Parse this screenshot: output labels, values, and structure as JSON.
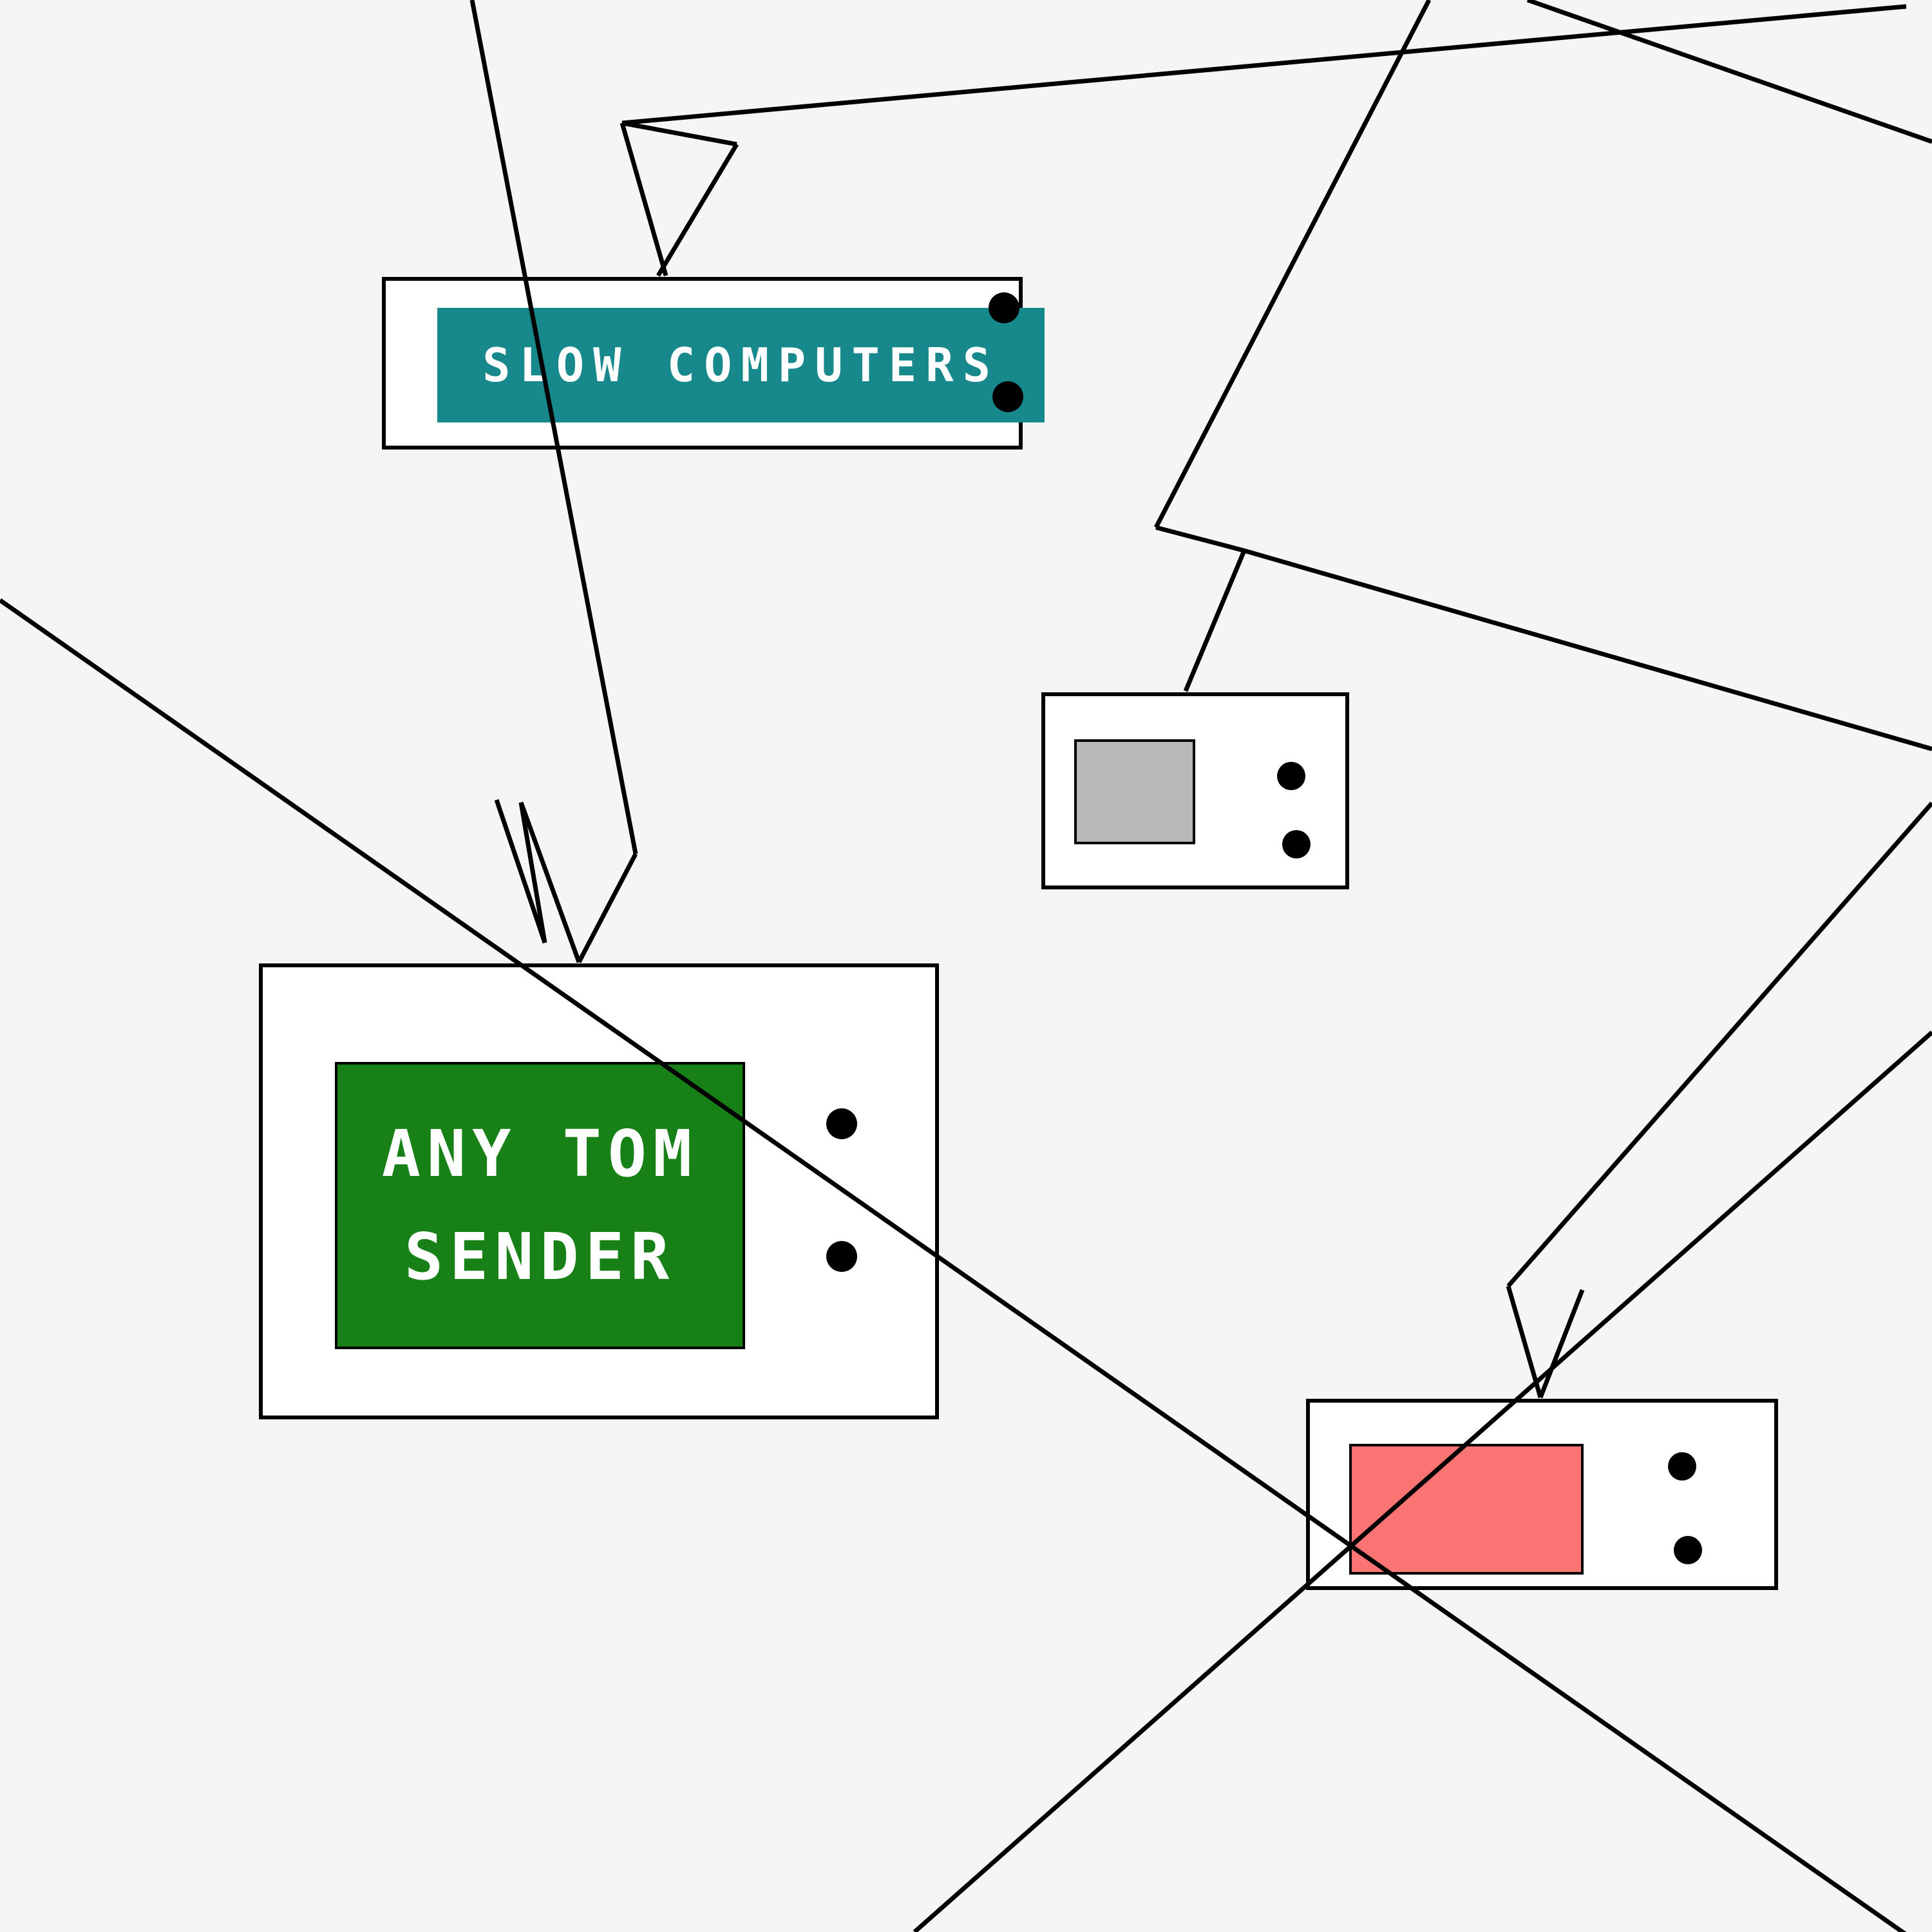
{
  "canvas": {
    "background_color": "#f5f5f5",
    "wire_color": "#000000",
    "wire_width": 7
  },
  "devices": {
    "slow_computers": {
      "label": "SLOW COMPUTERS",
      "panel_color": "#17898c",
      "label_color": "#ffffff",
      "knob_color": "#000000",
      "knob_count": 2
    },
    "gray_radio": {
      "panel_color": "#b9b9b9",
      "knob_color": "#000000",
      "knob_count": 2
    },
    "any_tom_sender": {
      "label_line1": "ANY TOM",
      "label_line2": "SENDER",
      "panel_color": "#178117",
      "label_color": "#ffffff",
      "knob_color": "#000000",
      "knob_count": 2
    },
    "salmon_radio": {
      "panel_color": "#fa7474",
      "knob_color": "#000000",
      "knob_count": 2
    }
  },
  "wires": {
    "segments": [
      [
        733,
        0,
        987,
        1326
      ],
      [
        987,
        1326,
        899,
        1494
      ],
      [
        2960,
        10,
        966,
        191
      ],
      [
        966,
        191,
        1144,
        224
      ],
      [
        1144,
        224,
        1022,
        428
      ],
      [
        966,
        191,
        1034,
        428
      ],
      [
        2219,
        0,
        1795,
        819
      ],
      [
        1795,
        819,
        1932,
        855
      ],
      [
        1932,
        855,
        1841,
        1073
      ],
      [
        1932,
        855,
        3000,
        1163
      ],
      [
        0,
        932,
        2990,
        3025
      ],
      [
        1420,
        3000,
        3000,
        1603
      ],
      [
        2372,
        0,
        3000,
        220
      ],
      [
        3000,
        1247,
        2342,
        1997
      ],
      [
        2342,
        1997,
        2392,
        2170
      ],
      [
        2392,
        2170,
        2457,
        2003
      ],
      [
        771,
        1242,
        846,
        1464
      ],
      [
        846,
        1464,
        809,
        1246
      ],
      [
        809,
        1246,
        899,
        1494
      ]
    ]
  }
}
